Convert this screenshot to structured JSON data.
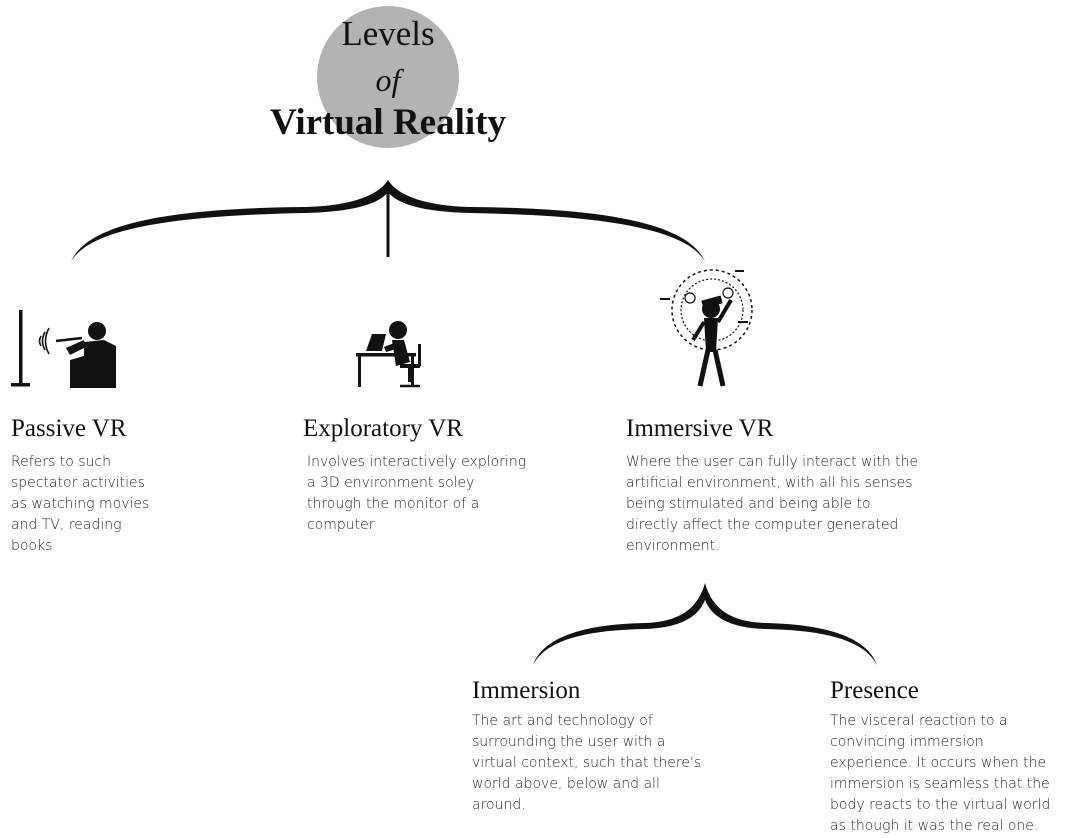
{
  "title": {
    "line1": "Levels",
    "line2": "of",
    "line3": "Virtual Reality"
  },
  "colors": {
    "title_circle": "#b3b3b3",
    "ink": "#111111"
  },
  "levels": [
    {
      "heading": "Passive VR",
      "description": "Refers to such spectator activities as watching movies and TV, reading books",
      "icon": "person-watching-tv-icon"
    },
    {
      "heading": "Exploratory VR",
      "description": "Involves interactively exploring a 3D environment soley through the monitor of a computer",
      "icon": "person-at-computer-icon"
    },
    {
      "heading": "Immersive VR",
      "description": "Where the user can fully interact with the artificial environment, with all his senses being stimulated and being able to directly affect the computer generated environment.",
      "icon": "person-with-vr-headset-icon"
    }
  ],
  "immersive_components": [
    {
      "heading": "Immersion",
      "description": "The art and technology of surrounding the user with a virtual context, such that there's world above, below and all around."
    },
    {
      "heading": "Presence",
      "description": "The visceral reaction to a convincing immersion experience. It occurs when the immersion is seamless that the body reacts to the virtual world as though it was the real one."
    }
  ]
}
